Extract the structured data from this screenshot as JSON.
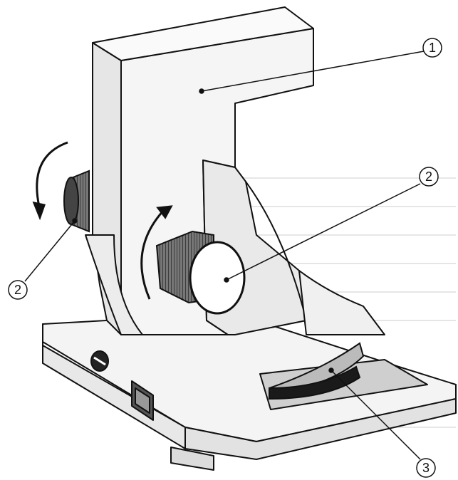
{
  "diagram": {
    "callouts": [
      {
        "id": "arm",
        "label": "1"
      },
      {
        "id": "fine-focus-knob",
        "label": "2"
      },
      {
        "id": "coarse-focus-knob",
        "label": "2"
      },
      {
        "id": "base-dial",
        "label": "3"
      }
    ],
    "colors": {
      "background": "#ffffff",
      "surface": "#f2f2f2",
      "shade": "#d9d9d9",
      "ink": "#111111"
    }
  }
}
